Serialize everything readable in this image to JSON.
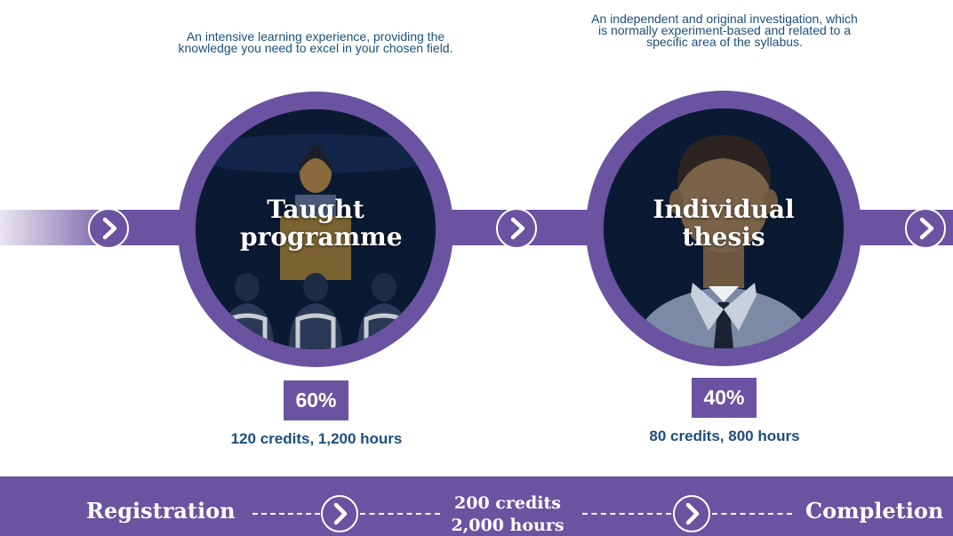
{
  "stages": [
    {
      "description": "An intensive learning experience, providing the knowledge you need to excel in your chosen field.",
      "title": "Taught programme",
      "percent": "60%",
      "details": "120 credits, 1,200 hours"
    },
    {
      "description": "An independent and original investigation, which is normally experiment-based and related to a specific area of the syllabus.",
      "title": "Individual thesis",
      "percent": "40%",
      "details": "80 credits, 800 hours"
    }
  ],
  "footer": {
    "start": "Registration",
    "total_credits": "200 credits",
    "total_hours": "2,000 hours",
    "end": "Completion"
  },
  "colors": {
    "purple": "#6a53a0",
    "navy": "#1c4f7c",
    "dark": "#0b1a33"
  },
  "icons": [
    "chevron-right-icon",
    "teacher-icon",
    "audience-icon",
    "person-icon"
  ]
}
